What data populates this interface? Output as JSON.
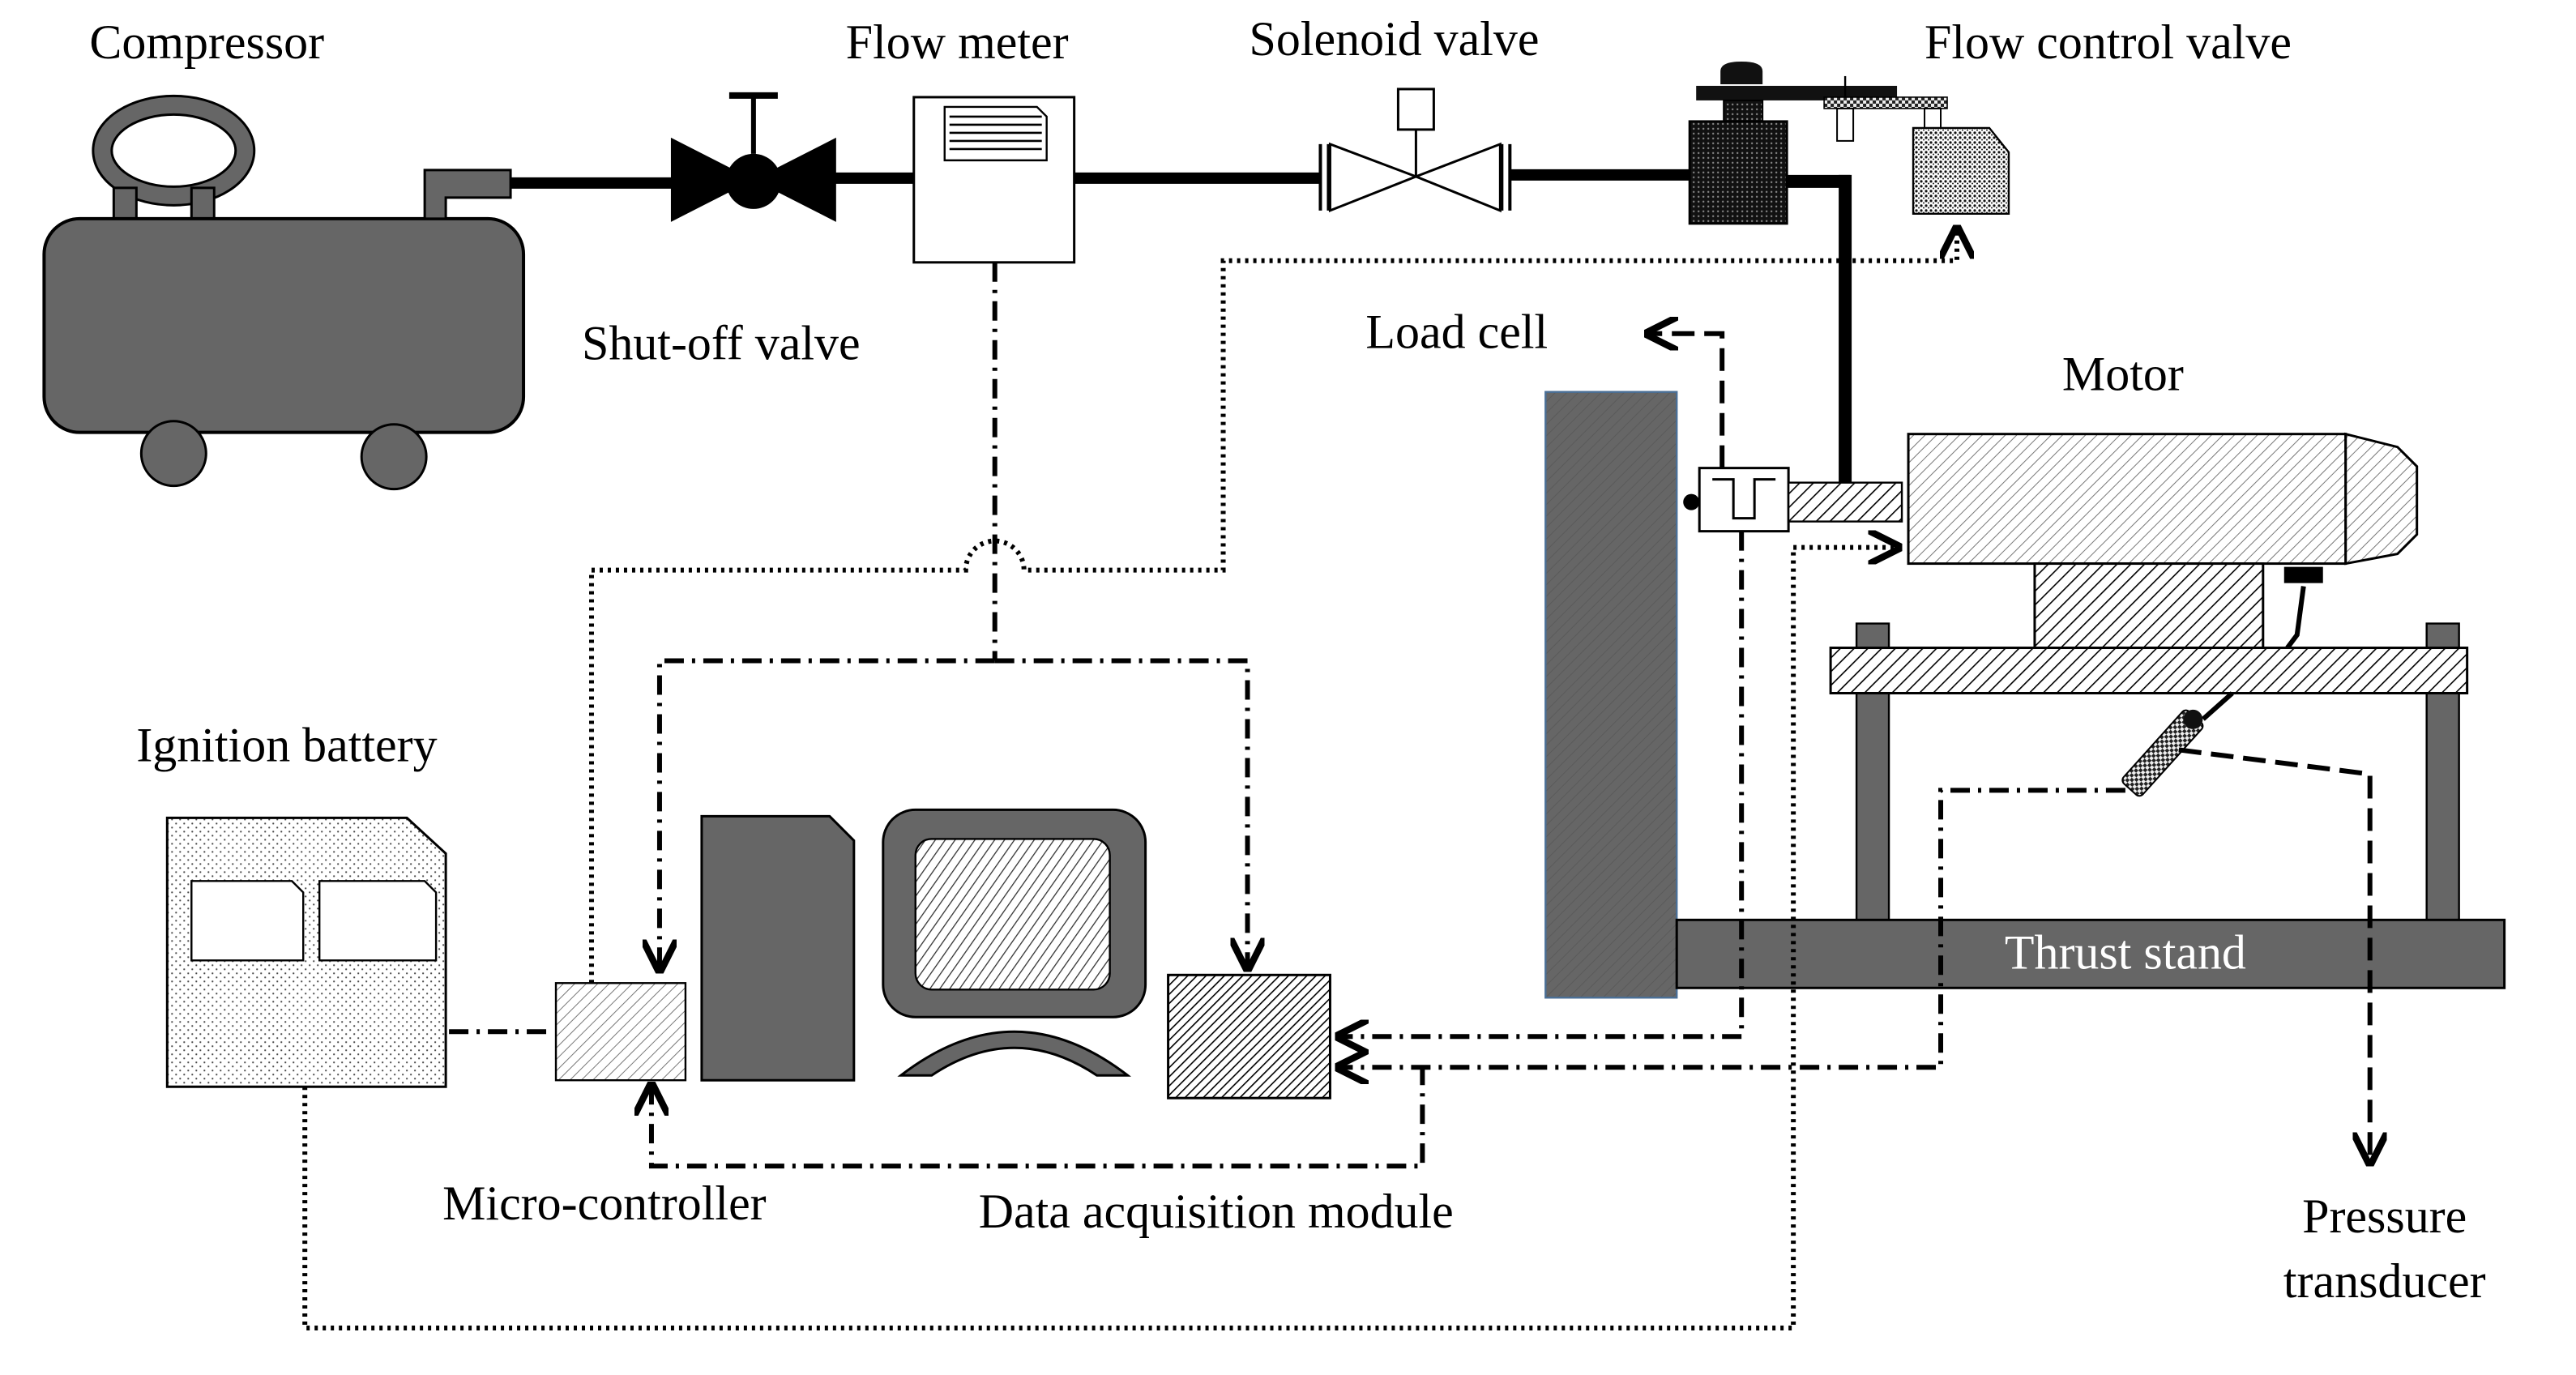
{
  "labels": {
    "compressor": "Compressor",
    "flow_meter": "Flow meter",
    "solenoid_valve": "Solenoid valve",
    "flow_control_valve": "Flow control valve",
    "shutoff_valve": "Shut-off valve",
    "load_cell": "Load cell",
    "motor": "Motor",
    "ignition_battery": "Ignition battery",
    "thrust_stand": "Thrust stand",
    "micro_controller": "Micro-controller",
    "data_acquisition_module": "Data acquisition module",
    "pressure_transducer_line1": "Pressure",
    "pressure_transducer_line2": "transducer"
  },
  "colors": {
    "equipment_gray": "#666666",
    "stroke": "#000000",
    "background": "#ffffff",
    "load_cell_edge": "#4a6f96"
  }
}
